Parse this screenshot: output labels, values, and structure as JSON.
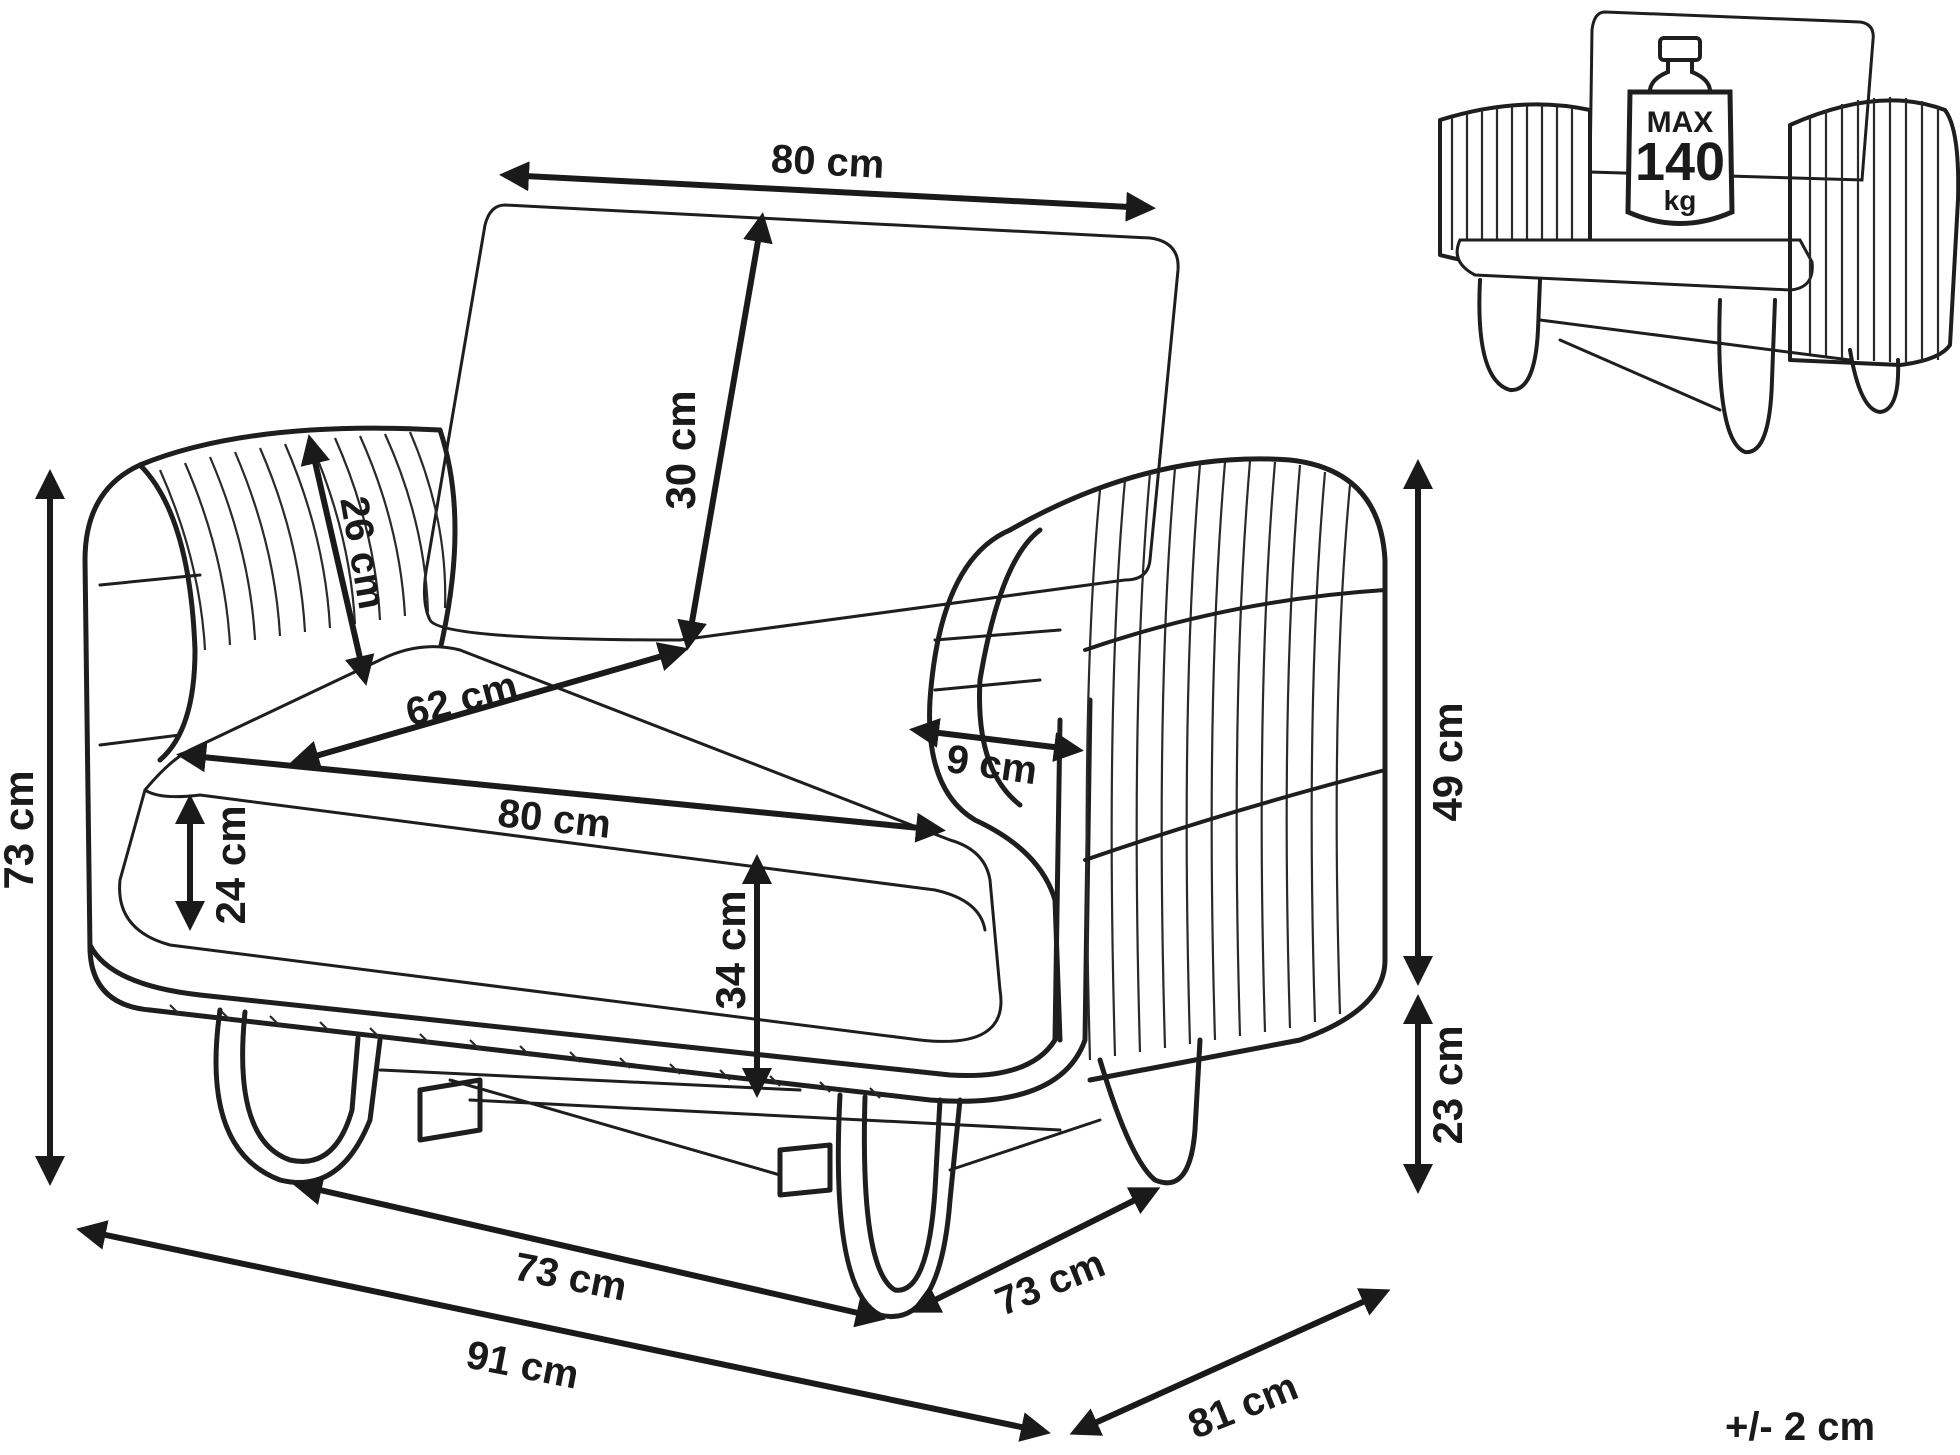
{
  "dimensions": {
    "back_width": "80 cm",
    "back_height": "30 cm",
    "arm_depth": "26 cm",
    "seat_depth": "62 cm",
    "arm_width": "9 cm",
    "seat_width": "80 cm",
    "cushion_thickness": "24 cm",
    "seat_height": "34 cm",
    "total_height": "73 cm",
    "upper_height": "49 cm",
    "lower_height": "23 cm",
    "base_width": "73 cm",
    "base_depth": "73 cm",
    "total_width": "91 cm",
    "total_depth": "81 cm"
  },
  "badge": {
    "line1": "MAX",
    "line2": "140",
    "line3": "kg"
  },
  "tolerance": "+/- 2 cm"
}
